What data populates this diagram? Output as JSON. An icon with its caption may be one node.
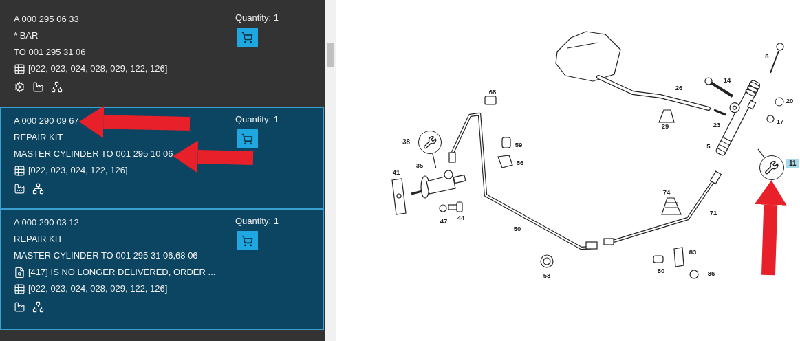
{
  "diagram": {
    "nodes": [
      {
        "text": [
          "A 000 295 06 33",
          "* BAR",
          "TO 001 295 31 06",
          "[022, 023, 024, 028, 029, 122, 126]",
          "Quantity: 1"
        ]
      },
      {
        "text": [
          "REPAIR KIT",
          "[022, 023, 024, 122, 126]",
          "Quantity: 1"
        ]
      },
      {
        "text": [
          "A 000 290 09 67"
        ],
        "in": 1
      },
      {
        "text": [
          "MASTER CYLINDER TO 001 295 10 06"
        ],
        "in": 1
      },
      {
        "text": [
          "A 000 290 03 12",
          "REPAIR KIT",
          "MASTER CYLINDER TO 001 295 31 06,68 06",
          "[417] IS NO LONGER DELIVERED, ORDER ...",
          "[022, 023, 024, 028, 029, 122, 126]",
          "Quantity: 1"
        ]
      },
      {
        "text": [],
        "shape": "circle",
        "beside": [
          "11"
        ]
      },
      {
        "text": [],
        "shape": "circle",
        "beside": [
          "38"
        ]
      },
      {
        "text": [],
        "shape": "picture"
      },
      {
        "text": [],
        "shape": "picture"
      }
    ],
    "edges": [
      {
        "from": null,
        "to": 2,
        "arrow": "to"
      },
      {
        "from": null,
        "to": 3,
        "arrow": "to"
      },
      {
        "from": null,
        "to": 5,
        "arrow": "to"
      },
      {
        "from": 5,
        "to": 7,
        "arrow": "none",
        "color": "#222222"
      },
      {
        "from": 6,
        "to": 8,
        "arrow": "none",
        "color": "#222222"
      }
    ],
    "labels": [
      "8",
      "14",
      "26",
      "68",
      "20",
      "17",
      "23",
      "29",
      "59",
      "5",
      "56",
      "35",
      "41",
      "74",
      "71",
      "44",
      "47",
      "50",
      "83",
      "80",
      "86",
      "53"
    ]
  }
}
